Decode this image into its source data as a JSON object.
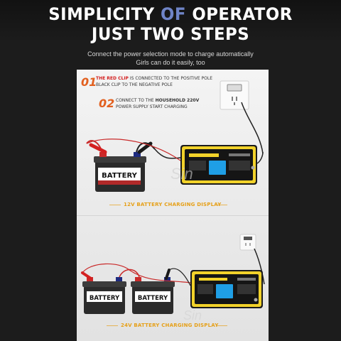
{
  "header": {
    "title_line1_part1": "SIMPLICITY ",
    "title_line1_accent": "OF",
    "title_line1_part2": " OPERATOR",
    "title_line2": "JUST TWO STEPS",
    "subtitle_line1": "Connect the power selection mode to charge automatically",
    "subtitle_line2": "Girls can do it easily, too"
  },
  "steps": [
    {
      "number": "01",
      "line1_highlight": "THE RED CLIP",
      "line1_rest": " IS CONNECTED TO THE POSITIVE POLE",
      "line2": "BLACK CLIP TO THE NEGATIVE POLE"
    },
    {
      "number": "02",
      "line1_part1": "CONNECT TO THE ",
      "line1_bold": "HOUSEHOLD 220V",
      "line2": "POWER SUPPLY  START CHARGING"
    }
  ],
  "scenes": [
    {
      "caption": "12V BATTERY CHARGING DISPLAY",
      "batteries": [
        "BATTERY"
      ]
    },
    {
      "caption": "24V BATTERY CHARGING DISPLAY",
      "batteries": [
        "BATTERY",
        "BATTERY"
      ]
    }
  ],
  "watermark": "Sin",
  "colors": {
    "accent_orange": "#e2601f",
    "caption_gold": "#e6a019",
    "title_blue": "#6f84c7",
    "clip_red": "#d42020",
    "charger_yellow": "#f2d22a",
    "screen_blue": "#1f9fe6"
  }
}
